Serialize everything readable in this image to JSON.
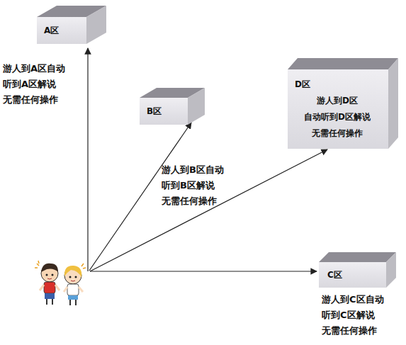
{
  "diagram": {
    "nodes": [
      {
        "text": [
          "A区"
        ]
      },
      {
        "text": [
          "B区"
        ]
      },
      {
        "text": [
          "D区",
          "游人到D区 自动听到D区解说 无需任何操作"
        ]
      },
      {
        "text": [
          "C区"
        ]
      }
    ],
    "labels": [
      "游人到A区自动 听到A区解说 无需任何操作",
      "游人到B区自动 听到B区解说 无需任何操作",
      "游人到C区自动 听到C区解说 无需任何操作"
    ]
  }
}
